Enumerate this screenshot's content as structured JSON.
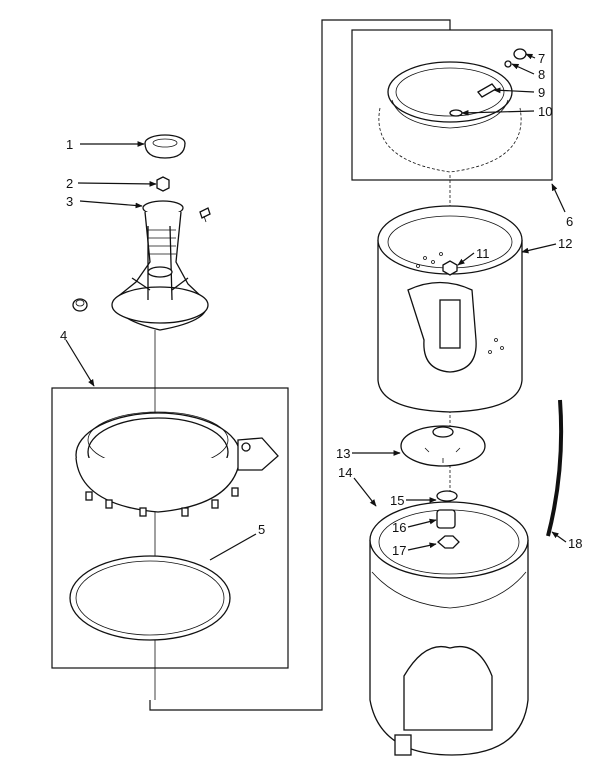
{
  "labels": {
    "p1": "1",
    "p2": "2",
    "p3": "3",
    "p4": "4",
    "p5": "5",
    "p6": "6",
    "p7": "7",
    "p8": "8",
    "p9": "9",
    "p10": "10",
    "p11": "11",
    "p12": "12",
    "p13": "13",
    "p14": "14",
    "p15": "15",
    "p16": "16",
    "p17": "17",
    "p18": "18"
  }
}
